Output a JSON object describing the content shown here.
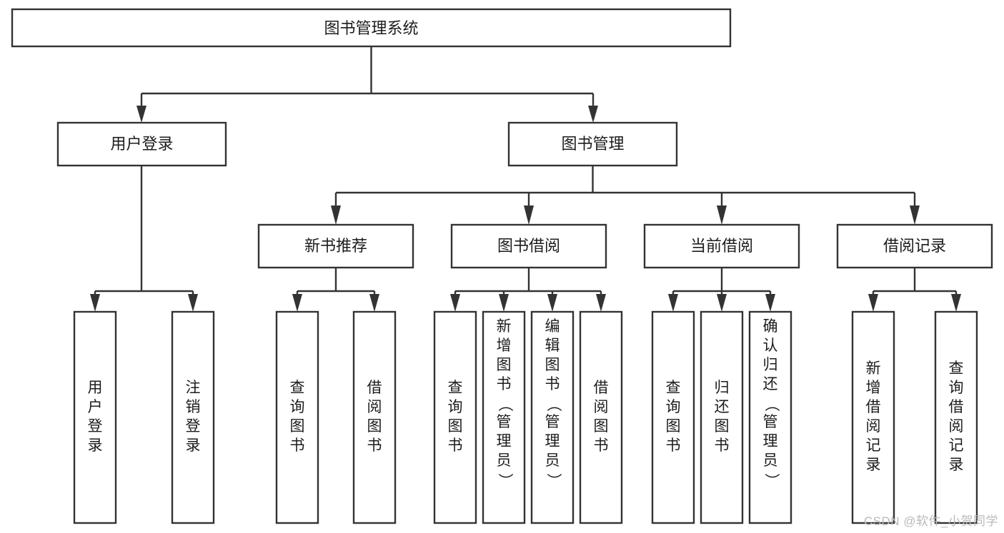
{
  "diagram": {
    "type": "tree-hierarchy-chart",
    "title": "图书管理系统",
    "watermark": "CSDN @软件_小贺同学",
    "colors": {
      "stroke": "#333333",
      "fill": "#ffffff",
      "text": "#1c1c1c",
      "watermark": "#b9b9b9",
      "background": "#ffffff"
    },
    "levels": [
      {
        "level": 1,
        "nodes": [
          {
            "id": "root",
            "label": "图书管理系统",
            "orientation": "horizontal"
          }
        ]
      },
      {
        "level": 2,
        "nodes": [
          {
            "id": "user-login",
            "label": "用户登录",
            "orientation": "horizontal",
            "parent": "root"
          },
          {
            "id": "book-manage",
            "label": "图书管理",
            "orientation": "horizontal",
            "parent": "root"
          }
        ]
      },
      {
        "level": 3,
        "nodes": [
          {
            "id": "new-book-rec",
            "label": "新书推荐",
            "orientation": "horizontal",
            "parent": "book-manage"
          },
          {
            "id": "book-borrow",
            "label": "图书借阅",
            "orientation": "horizontal",
            "parent": "book-manage"
          },
          {
            "id": "current-borrow",
            "label": "当前借阅",
            "orientation": "horizontal",
            "parent": "book-manage"
          },
          {
            "id": "borrow-record",
            "label": "借阅记录",
            "orientation": "horizontal",
            "parent": "book-manage"
          }
        ]
      },
      {
        "level": 4,
        "nodes": [
          {
            "id": "leaf-user-login",
            "label": "用户登录",
            "orientation": "vertical",
            "parent": "user-login"
          },
          {
            "id": "leaf-logout",
            "label": "注销登录",
            "orientation": "vertical",
            "parent": "user-login"
          },
          {
            "id": "leaf-query-book-1",
            "label": "查询图书",
            "orientation": "vertical",
            "parent": "new-book-rec"
          },
          {
            "id": "leaf-borrow-book-1",
            "label": "借阅图书",
            "orientation": "vertical",
            "parent": "new-book-rec"
          },
          {
            "id": "leaf-query-book-2",
            "label": "查询图书",
            "orientation": "vertical",
            "parent": "book-borrow"
          },
          {
            "id": "leaf-add-book",
            "label": "新增图书（管理员）",
            "orientation": "vertical",
            "parent": "book-borrow"
          },
          {
            "id": "leaf-edit-book",
            "label": "编辑图书（管理员）",
            "orientation": "vertical",
            "parent": "book-borrow"
          },
          {
            "id": "leaf-borrow-book-2",
            "label": "借阅图书",
            "orientation": "vertical",
            "parent": "book-borrow"
          },
          {
            "id": "leaf-query-book-3",
            "label": "查询图书",
            "orientation": "vertical",
            "parent": "current-borrow"
          },
          {
            "id": "leaf-return-book",
            "label": "归还图书",
            "orientation": "vertical",
            "parent": "current-borrow"
          },
          {
            "id": "leaf-confirm-return",
            "label": "确认归还（管理员）",
            "orientation": "vertical",
            "parent": "current-borrow"
          },
          {
            "id": "leaf-add-record",
            "label": "新增借阅记录",
            "orientation": "vertical",
            "parent": "borrow-record"
          },
          {
            "id": "leaf-query-record",
            "label": "查询借阅记录",
            "orientation": "vertical",
            "parent": "borrow-record"
          }
        ]
      }
    ],
    "labels": {
      "root": "图书管理系统",
      "user_login": "用户登录",
      "book_manage": "图书管理",
      "new_book_rec": "新书推荐",
      "book_borrow": "图书借阅",
      "current_borrow": "当前借阅",
      "borrow_record": "借阅记录",
      "leaf_user_login": "用户登录",
      "leaf_logout": "注销登录",
      "leaf_query_book_1": "查询图书",
      "leaf_borrow_book_1": "借阅图书",
      "leaf_query_book_2": "查询图书",
      "leaf_add_book": "新增图书（管理员）",
      "leaf_edit_book": "编辑图书（管理员）",
      "leaf_borrow_book_2": "借阅图书",
      "leaf_query_book_3": "查询图书",
      "leaf_return_book": "归还图书",
      "leaf_confirm_return": "确认归还（管理员）",
      "leaf_add_record": "新增借阅记录",
      "leaf_query_record": "查询借阅记录"
    }
  }
}
